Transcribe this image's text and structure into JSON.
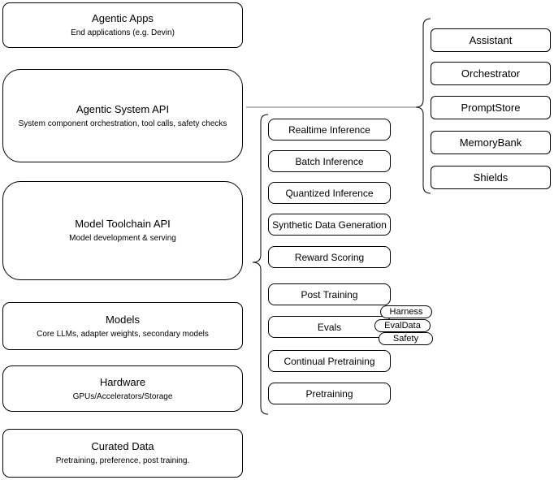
{
  "colors": {
    "stroke": "#000000",
    "connector_line": "#737373",
    "node_fill": "#ffffff",
    "text": "#000000"
  },
  "layers": [
    {
      "title": "Agentic Apps",
      "subtitle": "End applications (e.g. Devin)"
    },
    {
      "title": "Agentic System API",
      "subtitle": "System component orchestration, tool calls, safety checks"
    },
    {
      "title": "Model Toolchain API",
      "subtitle": "Model development & serving"
    },
    {
      "title": "Models",
      "subtitle": "Core LLMs, adapter weights, secondary models"
    },
    {
      "title": "Hardware",
      "subtitle": "GPUs/Accelerators/Storage"
    },
    {
      "title": "Curated Data",
      "subtitle": "Pretraining, preference, post training."
    }
  ],
  "toolchain": [
    "Realtime Inference",
    "Batch Inference",
    "Quantized Inference",
    "Synthetic Data Generation",
    "Reward Scoring",
    "Post Training",
    "Evals",
    "Continual Pretraining",
    "Pretraining"
  ],
  "evals_tags": [
    "Harness",
    "EvalData",
    "Safety"
  ],
  "system_components": [
    "Assistant",
    "Orchestrator",
    "PromptStore",
    "MemoryBank",
    "Shields"
  ]
}
